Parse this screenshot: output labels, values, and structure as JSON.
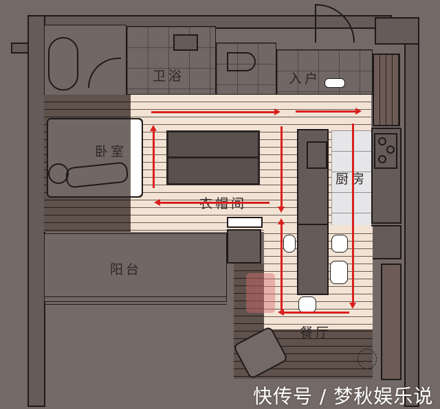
{
  "floorplan": {
    "rooms": {
      "bathroom": "卫浴",
      "entrance": "入户",
      "bedroom": "卧室",
      "closet": "衣帽间",
      "kitchen": "厨房",
      "balcony": "阳台",
      "dining": "餐厅"
    },
    "watermark": "快传号 / 梦秋娱乐说",
    "colors": {
      "background": "#736a67",
      "wall": "#655b58",
      "highlight_floor": "#f2e3d5",
      "circulation_arrow": "#d9201d",
      "kitchen_tile": "#e6e6e8"
    },
    "icons": [
      "bathtub-icon",
      "toilet-icon",
      "sink-icon",
      "front-door-icon",
      "slippers-icon",
      "bed-icon",
      "sleeping-person-icon",
      "wardrobe-icon",
      "cooktop-icon",
      "dining-chair-icon",
      "armchair-icon",
      "plant-icon",
      "circulation-arrow-icon"
    ]
  }
}
